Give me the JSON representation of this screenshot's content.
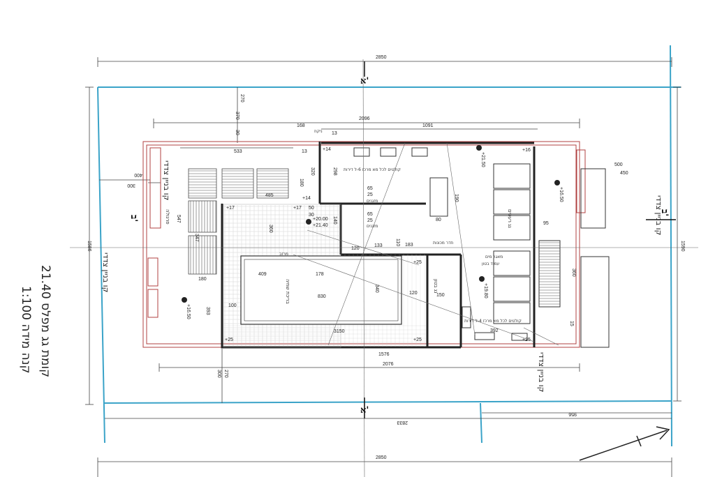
{
  "plan": {
    "title_line1": "קומת גג מפלס 21.40",
    "title_line2": "1:100 קנה מידה",
    "section_a_top": "א'",
    "section_a_bottom": "א'",
    "section_b_left": "ב'",
    "section_b_right": "ב'",
    "handwritten": {
      "left_a": "קו בניין צדדי",
      "left_b": "קו בניין צדדי",
      "right_a": "קו בניין צדדי",
      "bottom_right": "קו בניין צדדי",
      "right_b": "קו בניין צדדי"
    },
    "dims": {
      "top_overall": "2850",
      "bottom_overall": "2850",
      "inner_top": "2096",
      "inner_bottom": "2076",
      "top_1091": "1091",
      "top_168": "168",
      "top_533": "533",
      "top_13": "13",
      "top_13b": "13",
      "top_30": "30",
      "top_370": "370",
      "top_270": "270",
      "bottom_1576": "1576",
      "bottom_3150": "3150",
      "bottom_300": "300",
      "bottom_270": "270",
      "bottom_2833": "2833",
      "bottom_956": "956",
      "left_1586": "1586",
      "right_1590": "1590",
      "left_400": "400",
      "left_300": "300",
      "left_547": "547",
      "left_180": "180",
      "left_100": "100",
      "left_393": "393",
      "left_347": "347",
      "d_485": "485",
      "d_180": "180",
      "d_320": "320",
      "d_298": "298",
      "d_50": "50",
      "d_30": "30",
      "d_140": "140",
      "d_360": "360",
      "d_409": "409",
      "d_178": "178",
      "d_830": "830",
      "d_340": "340",
      "d_120": "120",
      "d_120b": "120",
      "d_133": "133",
      "d_183": "183",
      "d_110": "110",
      "d_150": "150",
      "d_65": "65",
      "d_25": "25",
      "d_65b": "65",
      "d_25b": "25",
      "d_80": "80",
      "d_190": "190",
      "d_95": "95",
      "d_392": "392",
      "d_500": "500",
      "d_450": "450",
      "d_360r": "360",
      "d_15": "15"
    },
    "levels": {
      "l1": "+17",
      "l2": "+17",
      "l3": "+14",
      "l4": "+14",
      "l5": "+16",
      "l6": "+25",
      "l7": "+25",
      "l8": "+25",
      "l9": "+25",
      "l10": "+21.50",
      "l11": "+16.50",
      "l12": "+19.80",
      "l13": "+16.50",
      "l14": "+20.00",
      "l15": "+21.40"
    },
    "labels": {
      "pergola": "פרגולה",
      "solar": "קולטים לכל מא מרכז 6-ל דירות",
      "solar2": "קולטים לכל מא מרכז 4-ל דירות",
      "pool": "בריכת שחיה",
      "ac1": "מזגנים",
      "ac2": "מזגנים",
      "tech": "חדר מכונות",
      "water": "מאגר מים",
      "roof_tiles": "גג רעפים",
      "gutter": "מרזב",
      "drain": "ניקוז",
      "note1": "עמוד בטון",
      "note2": "גג בטון"
    }
  }
}
